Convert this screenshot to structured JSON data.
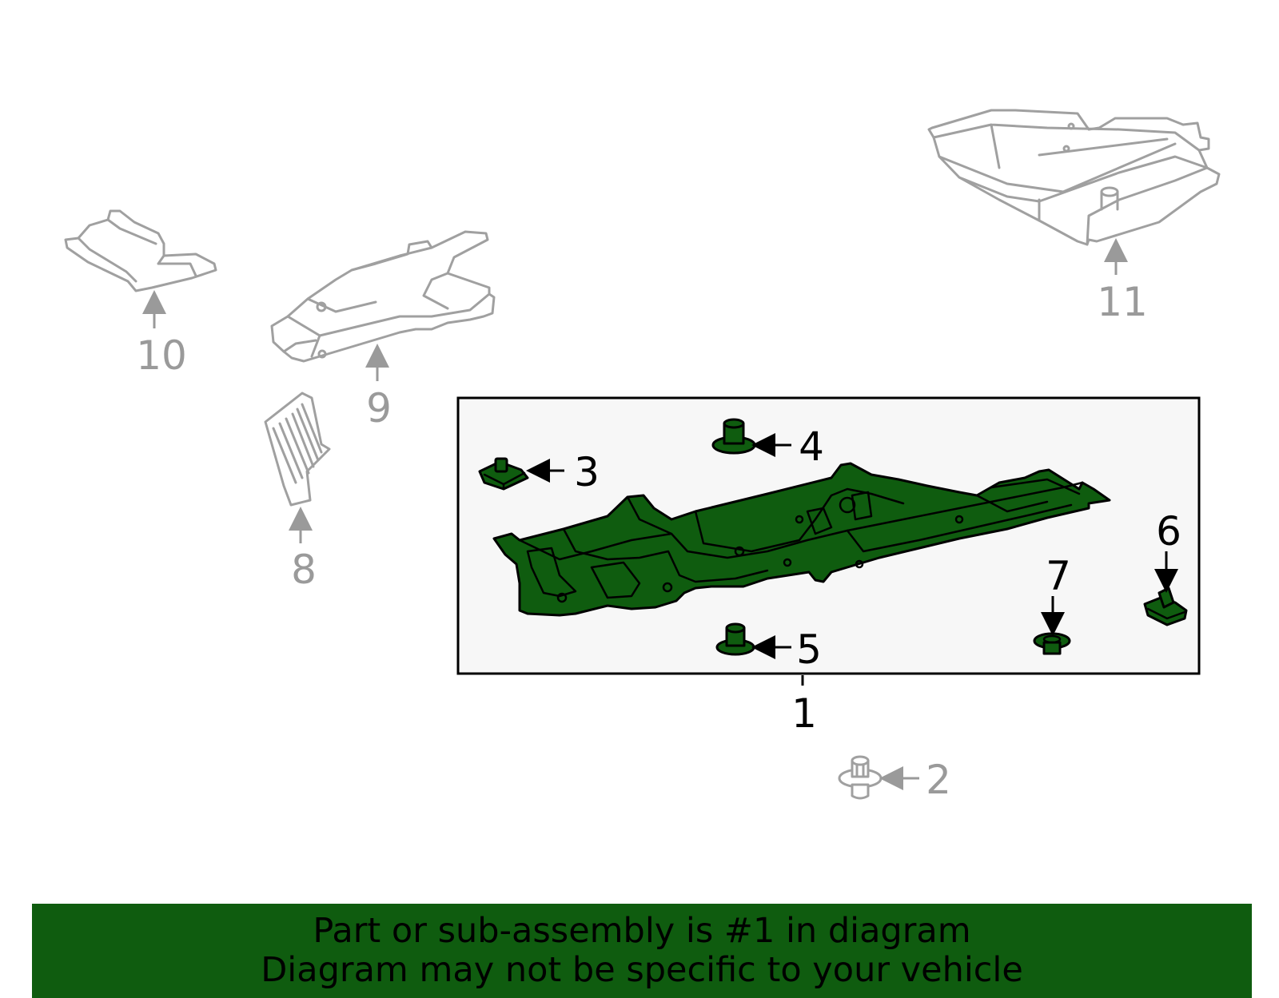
{
  "callouts": {
    "c1": "1",
    "c2": "2",
    "c3": "3",
    "c4": "4",
    "c5": "5",
    "c6": "6",
    "c7": "7",
    "c8": "8",
    "c9": "9",
    "c10": "10",
    "c11": "11"
  },
  "banner": {
    "line1": "Part or sub-assembly is #1 in diagram",
    "line2": "Diagram may not be specific to your vehicle"
  },
  "colors": {
    "highlight": "#0f5c0f",
    "unhighlighted_part": "#a0a0a0",
    "box_background": "#f7f7f7"
  }
}
